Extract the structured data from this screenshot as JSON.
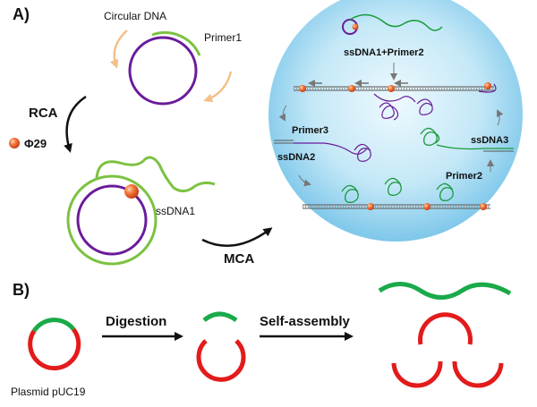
{
  "panel_a": {
    "label": "A)",
    "circular_dna": "Circular DNA",
    "primer1": "Primer1",
    "rca": "RCA",
    "phi29": "Φ29",
    "ssdna1": "ssDNA1",
    "mca": "MCA",
    "inset": {
      "ssdna1_primer2": "ssDNA1+Primer2",
      "primer3": "Primer3",
      "ssdna2": "ssDNA2",
      "ssdna3": "ssDNA3",
      "primer2": "Primer2"
    }
  },
  "panel_b": {
    "label": "B)",
    "digestion": "Digestion",
    "self_assembly": "Self-assembly",
    "plasmid": "Plasmid pUC19"
  },
  "colors": {
    "purple_strand": "#6a1b9a",
    "green_strand": "#7cc242",
    "green_dark": "#1a9a3a",
    "red_strand": "#e31b1b",
    "orange_arrow": "#f4c08a",
    "polymerase": "#f05a28",
    "sphere_light": "#e8f6fd",
    "sphere_dark": "#7cc6e8"
  }
}
